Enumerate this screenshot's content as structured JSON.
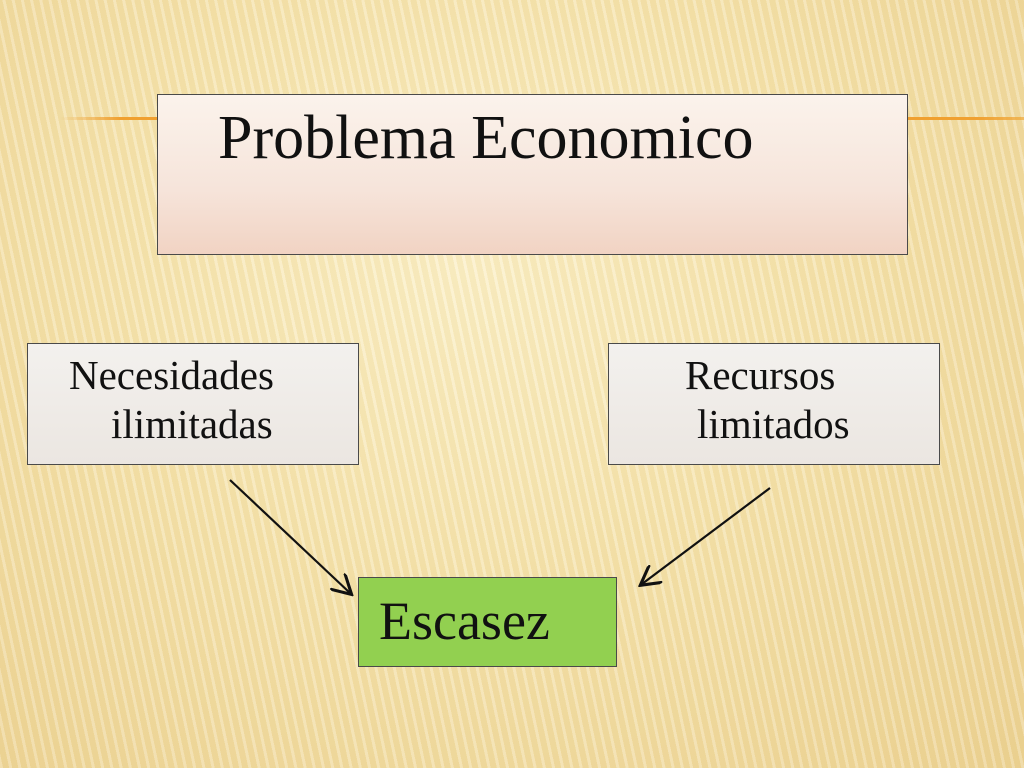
{
  "slide": {
    "title": "Problema Economico",
    "left_box": {
      "line1": "Necesidades",
      "line2": "ilimitadas"
    },
    "right_box": {
      "line1": "Recursos",
      "line2": "limitados"
    },
    "result": "Escasez"
  },
  "colors": {
    "accent_line": "#f0a030",
    "result_fill": "#92d050",
    "title_fill": "#f6e4da",
    "side_fill": "#ebe6e1"
  }
}
